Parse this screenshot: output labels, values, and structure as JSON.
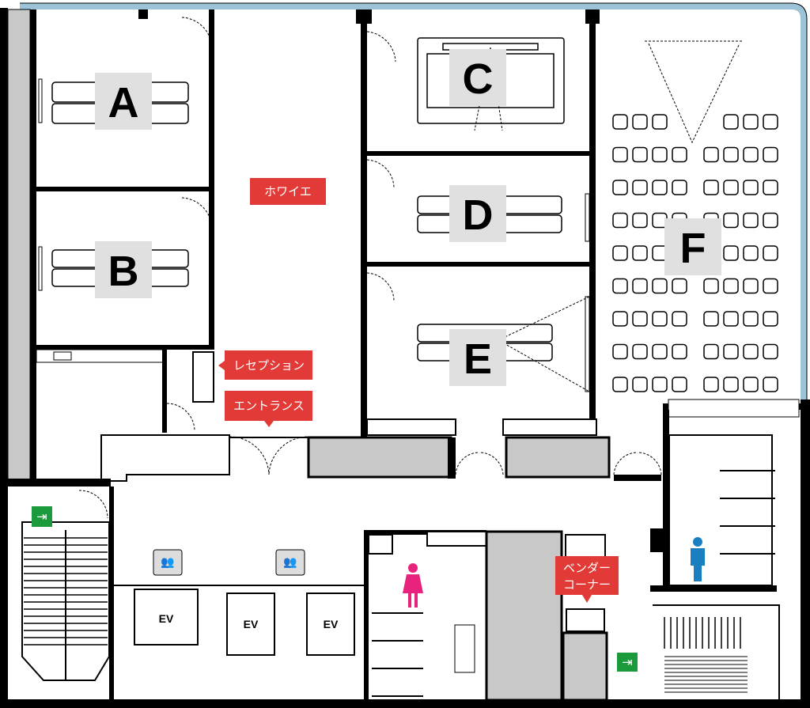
{
  "rooms": [
    {
      "id": "A",
      "label": "A"
    },
    {
      "id": "B",
      "label": "B"
    },
    {
      "id": "C",
      "label": "C"
    },
    {
      "id": "D",
      "label": "D"
    },
    {
      "id": "E",
      "label": "E"
    },
    {
      "id": "F",
      "label": "F"
    }
  ],
  "callouts": {
    "foyer": "ホワイエ",
    "reception": "レセプション",
    "entrance": "エントランス",
    "vendor_line1": "ベンダー",
    "vendor_line2": "コーナー"
  },
  "elevators": [
    "EV",
    "EV",
    "EV"
  ],
  "colors": {
    "accent": "#e23a36",
    "exterior": "#9cc3d8",
    "shade": "#c8c8c8",
    "exit": "#1a9a3a",
    "female": "#e8237d",
    "male": "#1a7fc0"
  },
  "theater_seating": {
    "rows": 9,
    "columns_per_block": 4,
    "blocks": 2
  }
}
